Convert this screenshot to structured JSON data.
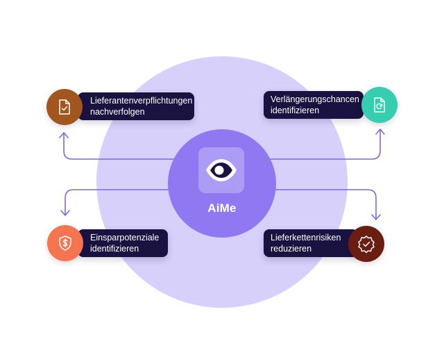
{
  "hub": {
    "label": "AiMe",
    "icon": "eye-icon"
  },
  "features": [
    {
      "text": "Lieferantenverpflichtungen nachverfolgen",
      "lines": [
        "Lieferantenverpflichtungen",
        "nachverfolgen"
      ],
      "icon": "document-check-icon",
      "color": "#a0561d"
    },
    {
      "text": "Verlängerungschancen identifizieren",
      "lines": [
        "Verlängerungschancen",
        "identifizieren"
      ],
      "icon": "document-refresh-icon",
      "color": "#35cfb0"
    },
    {
      "text": "Einsparpotenziale identifizieren",
      "lines": [
        "Einsparpotenziale",
        "identifizieren"
      ],
      "icon": "dollar-shield-icon",
      "color": "#f4754e"
    },
    {
      "text": "Lieferkettenrisiken reduzieren",
      "lines": [
        "Lieferkettenrisiken",
        "reduzieren"
      ],
      "icon": "verified-badge-icon",
      "color": "#6a1e12"
    }
  ],
  "colors": {
    "background_circle": "#d7d0fb",
    "hub": "#8f78f2",
    "connector": "#7e66e6",
    "pill": "#1a1240"
  }
}
